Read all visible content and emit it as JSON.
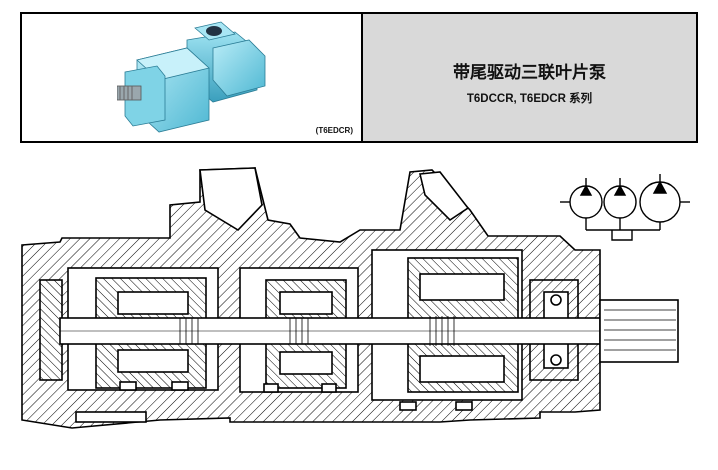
{
  "header": {
    "title_cn": "带尾驱动三联叶片泵",
    "title_series": "T6DCCR, T6EDCR 系列",
    "photo_caption": "(T6EDCR)"
  },
  "colors": {
    "title_panel_bg": "#d9d9d9",
    "pump_body": "#7fd3e6",
    "hatch": "#000000"
  },
  "icons": {
    "pump_photo": "triple-vane-pump-photo",
    "cross_section": "pump-cross-section-drawing",
    "hydraulic_symbol": "triple-pump-hydraulic-symbol"
  }
}
